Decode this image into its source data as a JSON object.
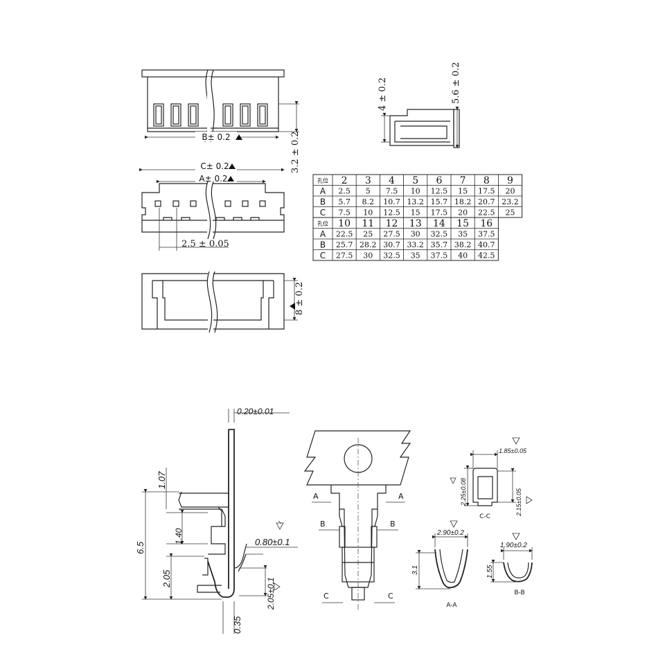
{
  "dimensions": {
    "b_dim": "B± 0.2",
    "height_32": "3.2 ± 0.2",
    "c_dim": "C± 0.2",
    "a_dim": "A± 0.2",
    "pitch": "2.5 ± 0.05",
    "height_8": "8 ± 0.2",
    "side_4": "4 ± 0.2",
    "side_56": "5.6 ± 0.2",
    "thickness": "0.20±0.01",
    "d107": "1.07",
    "d65": "6.5",
    "d140": "1.40",
    "d080": "0.80±0.1",
    "d205": "2.05",
    "d205b": "2.05±0.1",
    "d035": "0.35",
    "cc_185": "1.85±0.05",
    "cc_225": "2.25±0.08",
    "cc_215": "2.15±0.05",
    "aa_290": "2.90±0.2",
    "aa_31": "3.1",
    "bb_190": "1.90±0.2",
    "bb_155": "1.55"
  },
  "section_labels": {
    "a": "A",
    "b": "B",
    "c": "C",
    "cc": "C-C",
    "aa": "A-A",
    "bb": "B-B"
  },
  "table": {
    "corner": "孔位",
    "top_headers": [
      "2",
      "3",
      "4",
      "5",
      "6",
      "7",
      "8",
      "9"
    ],
    "top_rows": [
      {
        "label": "A",
        "values": [
          "2.5",
          "5",
          "7.5",
          "10",
          "12.5",
          "15",
          "17.5",
          "20"
        ]
      },
      {
        "label": "B",
        "values": [
          "5.7",
          "8.2",
          "10.7",
          "13.2",
          "15.7",
          "18.2",
          "20.7",
          "23.2"
        ]
      },
      {
        "label": "C",
        "values": [
          "7.5",
          "10",
          "12.5",
          "15",
          "17.5",
          "20",
          "22.5",
          "25"
        ]
      }
    ],
    "bottom_headers": [
      "10",
      "11",
      "12",
      "13",
      "14",
      "15",
      "16"
    ],
    "bottom_rows": [
      {
        "label": "A",
        "values": [
          "22.5",
          "25",
          "27.5",
          "30",
          "32.5",
          "35",
          "37.5"
        ]
      },
      {
        "label": "B",
        "values": [
          "25.7",
          "28.2",
          "30.7",
          "33.2",
          "35.7",
          "38.2",
          "40.7"
        ]
      },
      {
        "label": "C",
        "values": [
          "27.5",
          "30",
          "32.5",
          "35",
          "37.5",
          "40",
          "42.5"
        ]
      }
    ]
  }
}
